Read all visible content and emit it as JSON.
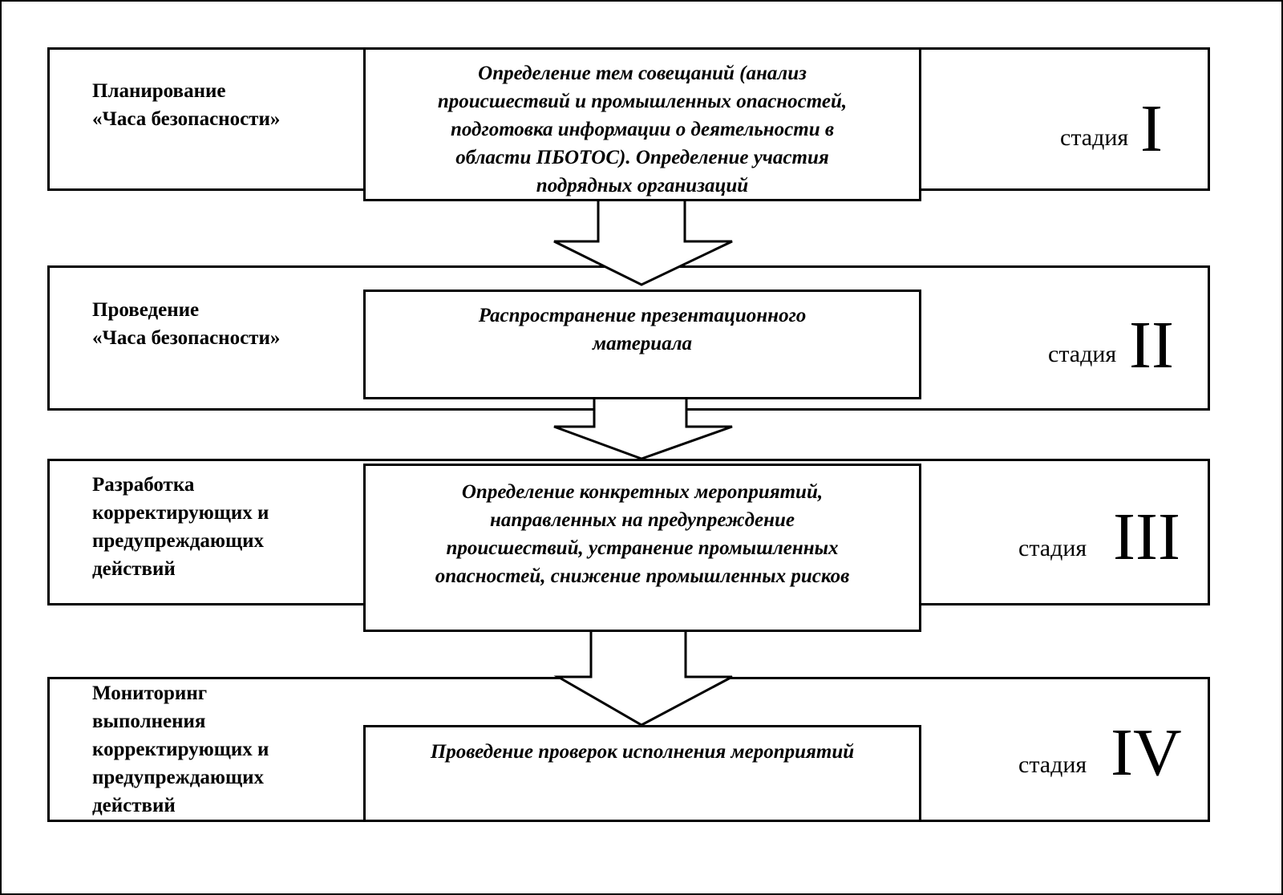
{
  "stages": [
    {
      "label": "Планирование\n«Часа безопасности»",
      "description": "Определение тем совещаний (анализ\nпроисшествий и промышленных опасностей,\nподготовка информации о деятельности в\nобласти ПБОТОС). Определение участия\nподрядных организаций",
      "stage_word": "стадия",
      "stage_number": "I"
    },
    {
      "label": "Проведение\n«Часа безопасности»",
      "description": "Распространение презентационного\nматериала",
      "stage_word": "стадия",
      "stage_number": "II"
    },
    {
      "label": "Разработка\nкорректирующих и\nпредупреждающих\nдействий",
      "description": "Определение конкретных мероприятий,\nнаправленных на предупреждение\nпроисшествий, устранение промышленных\nопасностей, снижение промышленных рисков",
      "stage_word": "стадия",
      "stage_number": "III"
    },
    {
      "label": "Мониторинг\nвыполнения\nкорректирующих и\nпредупреждающих\nдействий",
      "description": "Проведение проверок исполнения мероприятий",
      "stage_word": "стадия",
      "stage_number": "IV"
    }
  ]
}
